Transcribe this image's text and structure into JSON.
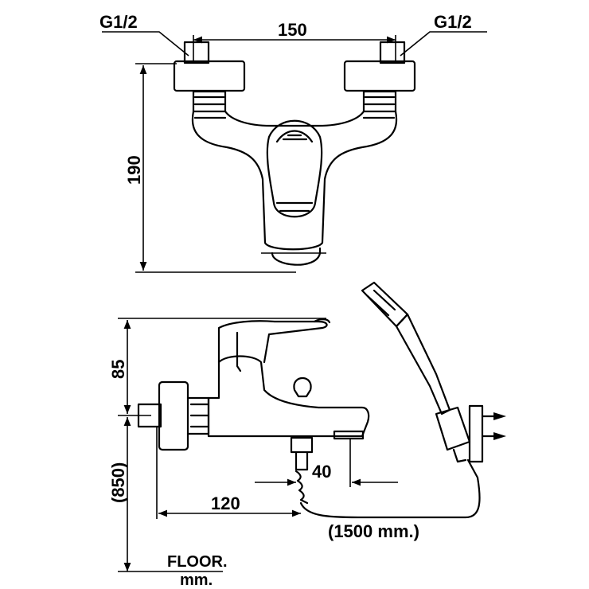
{
  "front_view": {
    "inlet_left_label": "G1/2",
    "inlet_right_label": "G1/2",
    "center_distance_label": "150",
    "height_label": "190"
  },
  "side_view": {
    "height_label": "85",
    "install_height_label": "(850)",
    "depth_label": "120",
    "outlet_label": "40",
    "hose_length_label": "(1500 mm.)",
    "floor_label": "FLOOR.",
    "unit_label": "mm."
  }
}
